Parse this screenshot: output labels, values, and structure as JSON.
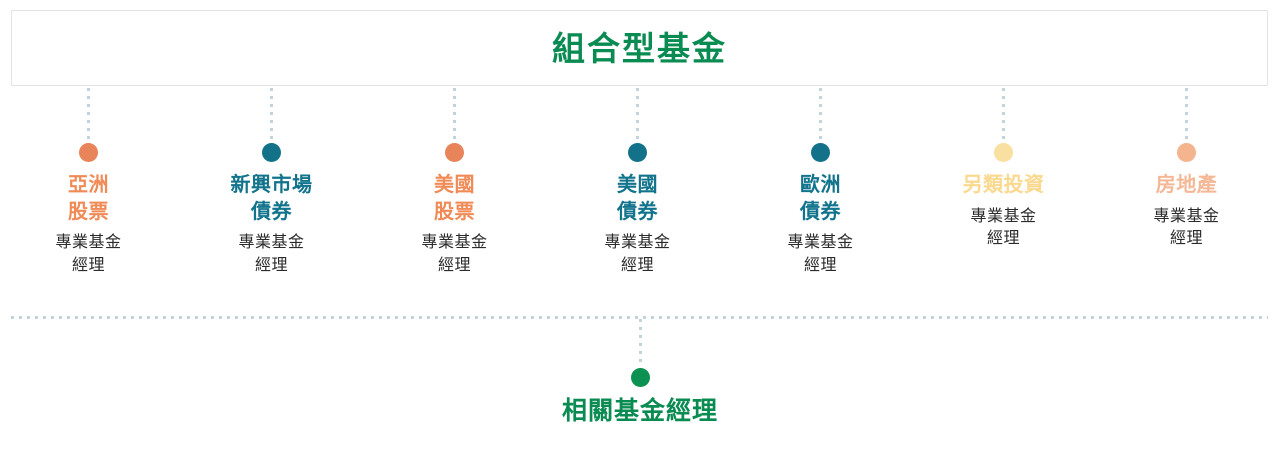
{
  "header": {
    "title": "組合型基金",
    "title_color": "#0a8b52",
    "border_color": "#e3e3e3"
  },
  "connector": {
    "dot_color": "#c3d3da"
  },
  "columns": [
    {
      "dot_color": "#e8845a",
      "label_color": "#f08b57",
      "label_line1": "亞洲",
      "label_line2": "股票",
      "role_line1": "專業基金",
      "role_line2": "經理"
    },
    {
      "dot_color": "#13728a",
      "label_color": "#12748c",
      "label_line1": "新興市場",
      "label_line2": "債券",
      "role_line1": "專業基金",
      "role_line2": "經理"
    },
    {
      "dot_color": "#e8845a",
      "label_color": "#f08b57",
      "label_line1": "美國",
      "label_line2": "股票",
      "role_line1": "專業基金",
      "role_line2": "經理"
    },
    {
      "dot_color": "#13728a",
      "label_color": "#12748c",
      "label_line1": "美國",
      "label_line2": "債券",
      "role_line1": "專業基金",
      "role_line2": "經理"
    },
    {
      "dot_color": "#13728a",
      "label_color": "#12748c",
      "label_line1": "歐洲",
      "label_line2": "債券",
      "role_line1": "專業基金",
      "role_line2": "經理"
    },
    {
      "dot_color": "#fae0a0",
      "label_color": "#fad98e",
      "label_line1": "另類投資",
      "label_line2": "",
      "role_line1": "專業基金",
      "role_line2": "經理"
    },
    {
      "dot_color": "#f4b48e",
      "label_color": "#f5b896",
      "label_line1": "房地產",
      "label_line2": "",
      "role_line1": "專業基金",
      "role_line2": "經理"
    }
  ],
  "bottom": {
    "dot_color": "#0d9153",
    "label": "相關基金經理",
    "label_color": "#0a8b52"
  }
}
